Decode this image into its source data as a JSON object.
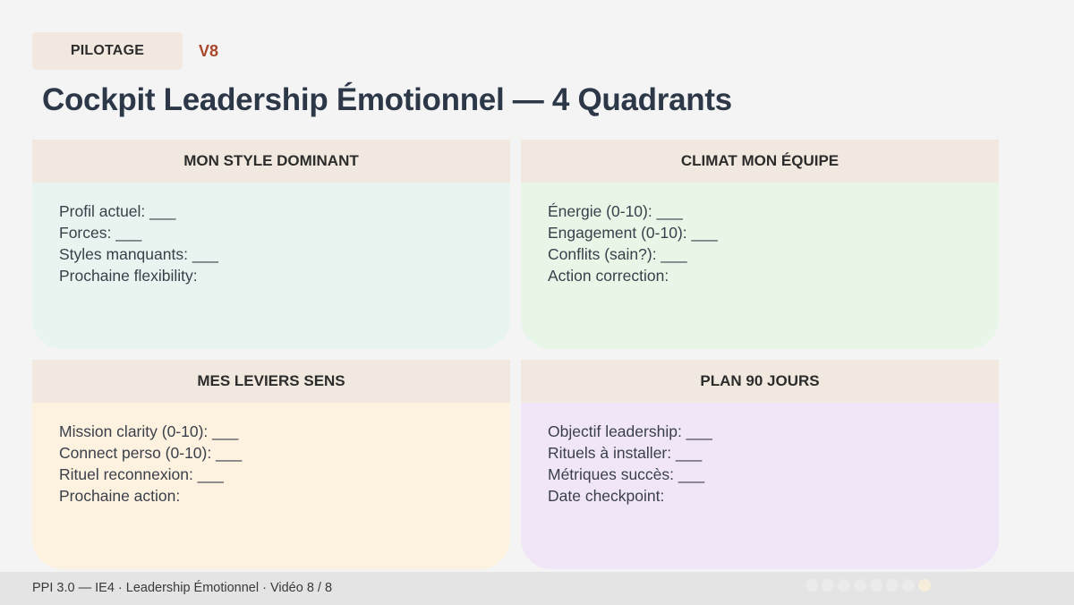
{
  "header": {
    "badge": "PILOTAGE",
    "version": "V8",
    "title": "Cockpit Leadership Émotionnel — 4 Quadrants"
  },
  "quadrants": [
    {
      "title": "MON STYLE DOMINANT",
      "items": [
        "Profil actuel: ___",
        "Forces: ___",
        "Styles manquants: ___",
        "Prochaine flexibility:"
      ],
      "color": "#e7f4f0"
    },
    {
      "title": "CLIMAT MON ÉQUIPE",
      "items": [
        "Énergie (0-10): ___",
        "Engagement (0-10): ___",
        "Conflits (sain?): ___",
        "Action correction:"
      ],
      "color": "#e8f6e8"
    },
    {
      "title": "MES LEVIERS SENS",
      "items": [
        "Mission clarity (0-10): ___",
        "Connect perso (0-10): ___",
        "Rituel reconnexion: ___",
        "Prochaine action:"
      ],
      "color": "#fdf1e0"
    },
    {
      "title": "PLAN 90 JOURS",
      "items": [
        "Objectif leadership: ___",
        "Rituels à installer: ___",
        "Métriques succès: ___",
        "Date checkpoint:"
      ],
      "color": "#f1e6f8"
    }
  ],
  "footer": {
    "text": "PPI 3.0 — IE4 · Leadership Émotionnel · Vidéo 8 / 8",
    "progress": {
      "current": 8,
      "total": 8
    }
  },
  "colors": {
    "accent": "#a8472a",
    "title": "#2c3748",
    "header_band": "#f1e9df"
  }
}
